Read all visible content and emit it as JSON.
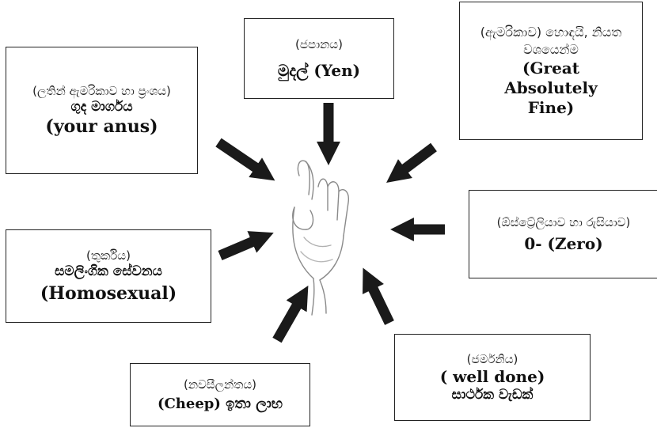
{
  "boxes": {
    "japan": {
      "country": "(ජපානය)",
      "meaning": [
        "මුදල් (Yen)"
      ]
    },
    "usa": {
      "country": "(ඇමරිකාව) හොඳයි, නියත වශයෙන්ම",
      "meaning": [
        "(Great",
        "Absolutely",
        "Fine)"
      ]
    },
    "latam": {
      "country": "(ලතින් ඇමරිකාව හා ප්‍රංශය)",
      "meaning": [
        "ගුද මාර්ගය",
        "(your anus)"
      ]
    },
    "aus": {
      "country": "(ඕස්ට්‍රේලියාව හා රුසියාව)",
      "meaning": [
        "0- (Zero)"
      ]
    },
    "turkey": {
      "country": "(තුර්කිය)",
      "meaning": [
        "සමලිංගික සේවනය",
        "(Homosexual)"
      ]
    },
    "germany": {
      "country": "(ජර්මනිය)",
      "meaning": [
        "( well done)",
        "සාර්ථක වැඩක්"
      ]
    },
    "nz": {
      "country": "(නවසීලන්තය)",
      "meaning": [
        "(Cheep) ඉතා ලාභ"
      ]
    }
  },
  "center_image": "ok-hand-gesture",
  "arrow_color": "#1a1a1a"
}
